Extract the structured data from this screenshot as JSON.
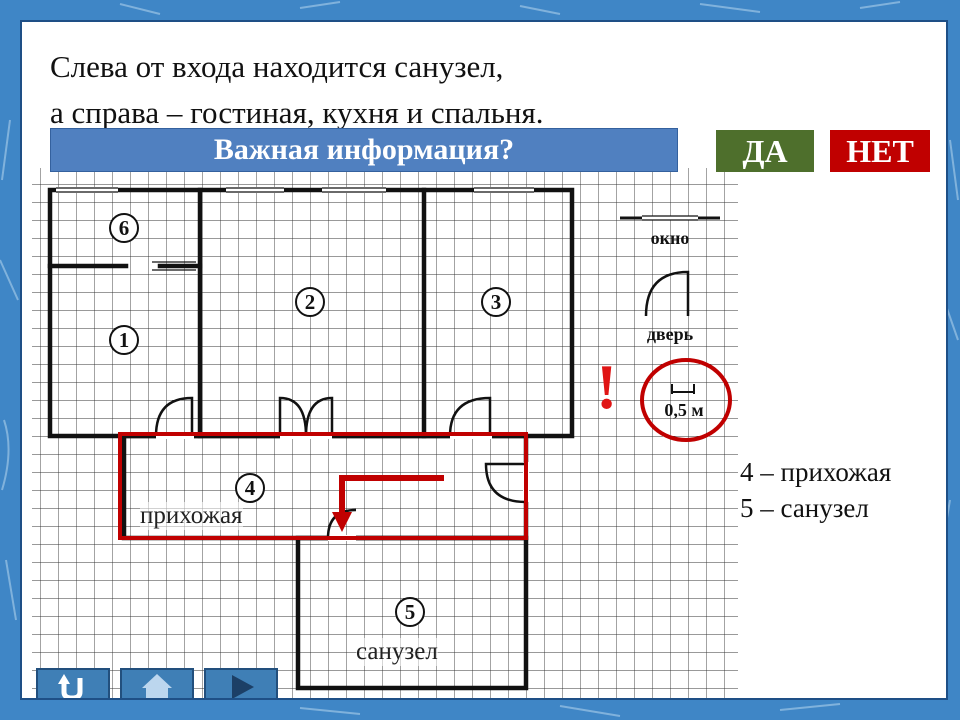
{
  "slide": {
    "heading_line1": "Слева от входа находится санузел,",
    "heading_line2": "а справа – гостиная, кухня и спальня."
  },
  "question": {
    "text": "Важная информация?"
  },
  "answers": {
    "yes": "ДА",
    "no": "НЕТ"
  },
  "plan": {
    "rooms": [
      "6",
      "1",
      "2",
      "3",
      "4",
      "5"
    ],
    "room_labels": {
      "hallway": "прихожая",
      "bathroom": "санузел"
    },
    "key": {
      "window": "окно",
      "door": "дверь",
      "scale": "0,5 м"
    }
  },
  "legend": [
    "4 – прихожая",
    "5 – санузел"
  ],
  "exclamation": "!",
  "colors": {
    "accent_red": "#c00000",
    "question_bg": "#5080c0",
    "yes_bg": "#4e6f2c"
  },
  "nav": {
    "icons": [
      "return-icon",
      "home-icon",
      "next-arrow-icon"
    ]
  }
}
